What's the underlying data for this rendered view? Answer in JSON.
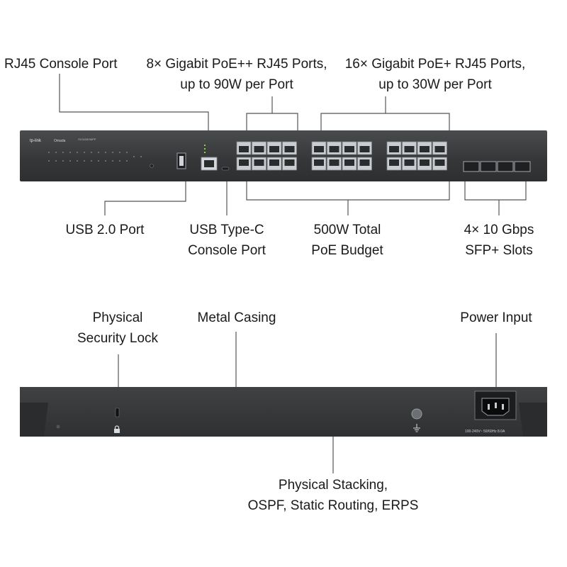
{
  "labels": {
    "rj45_console": "RJ45 Console Port",
    "poe_pp_line1": "8× Gigabit PoE++ RJ45 Ports,",
    "poe_pp_line2": "up to 90W per Port",
    "poe_p_line1": "16× Gigabit PoE+ RJ45 Ports,",
    "poe_p_line2": "up to 30W per Port",
    "usb20": "USB 2.0 Port",
    "usbc_line1": "USB Type-C",
    "usbc_line2": "Console Port",
    "budget_line1": "500W Total",
    "budget_line2": "PoE Budget",
    "sfp_line1": "4× 10 Gbps",
    "sfp_line2": "SFP+ Slots",
    "lock_line1": "Physical",
    "lock_line2": "Security Lock",
    "metal": "Metal Casing",
    "power": "Power Input",
    "stack_line1": "Physical Stacking,",
    "stack_line2": "OSPF, Static Routing, ERPS"
  },
  "device": {
    "brand": "tp-link",
    "sub_brand": "Omada",
    "model": "SX3428XMPP",
    "power_rating": "100-240V~ 50/60Hz 8.0A"
  },
  "colors": {
    "casing": "#3b3c3e",
    "port": "#c9ccd0",
    "line": "#555555"
  },
  "icons": {
    "lock": "lock-icon",
    "ground": "ground-icon"
  }
}
